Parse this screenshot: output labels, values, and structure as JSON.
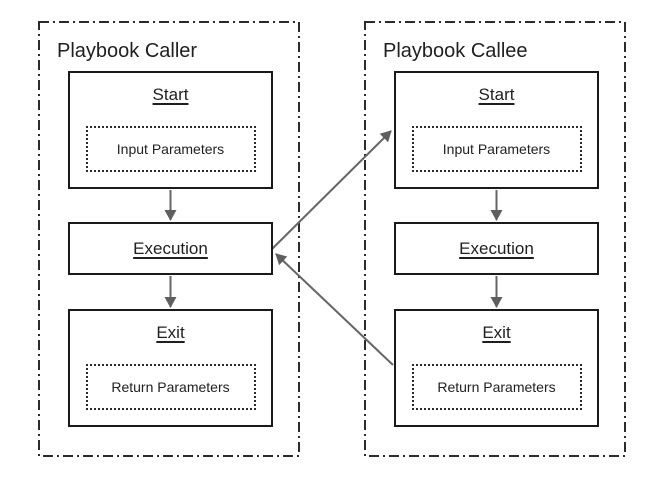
{
  "diagram": {
    "type": "flowchart",
    "colors": {
      "background": "#ffffff",
      "box_border": "#1a1a1a",
      "panel_border": "#2b2b2b",
      "arrow": "#666666",
      "text": "#1f1f1f"
    },
    "panels": [
      {
        "title": "Playbook Caller",
        "start_label": "Start",
        "start_param": "Input Parameters",
        "execution_label": "Execution",
        "exit_label": "Exit",
        "exit_param": "Return Parameters"
      },
      {
        "title": "Playbook Callee",
        "start_label": "Start",
        "start_param": "Input Parameters",
        "execution_label": "Execution",
        "exit_label": "Exit",
        "exit_param": "Return Parameters"
      }
    ],
    "arrows": [
      {
        "name": "caller-start-to-execution",
        "from": "caller.start",
        "to": "caller.execution"
      },
      {
        "name": "caller-execution-to-exit",
        "from": "caller.execution",
        "to": "caller.exit"
      },
      {
        "name": "callee-start-to-execution",
        "from": "callee.start",
        "to": "callee.execution"
      },
      {
        "name": "callee-execution-to-exit",
        "from": "callee.execution",
        "to": "callee.exit"
      },
      {
        "name": "caller-execution-to-callee-start",
        "from": "caller.execution",
        "to": "callee.start"
      },
      {
        "name": "callee-exit-to-caller-execution",
        "from": "callee.exit",
        "to": "caller.execution"
      }
    ]
  }
}
